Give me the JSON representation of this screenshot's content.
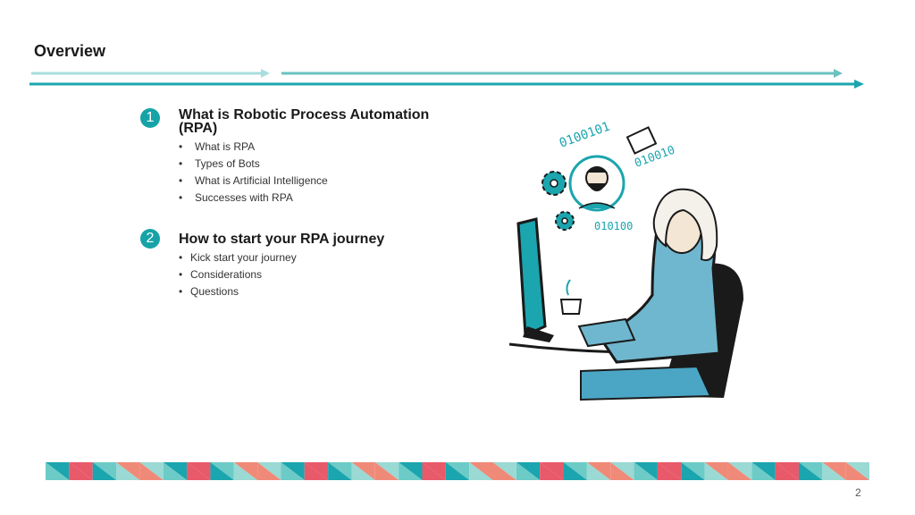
{
  "slide": {
    "title": "Overview",
    "page_number": "2"
  },
  "sections": [
    {
      "number": "1",
      "title": "What is Robotic Process Automation (RPA)",
      "items": [
        "What is RPA",
        "Types of Bots",
        "What is Artificial Intelligence",
        "Successes with RPA"
      ]
    },
    {
      "number": "2",
      "title": "How to start your RPA journey",
      "items": [
        "Kick start your journey",
        "Considerations",
        "Questions"
      ]
    }
  ],
  "colors": {
    "accent_teal": "#16a3a8",
    "band": [
      "#1ba5ae",
      "#6ccbc6",
      "#9ad9d4",
      "#e85a6a",
      "#f08a78"
    ]
  },
  "illustration": {
    "icon": "person-at-computer-with-bot-illustration",
    "binary_text": [
      "0100101",
      "010010",
      "010100"
    ]
  }
}
